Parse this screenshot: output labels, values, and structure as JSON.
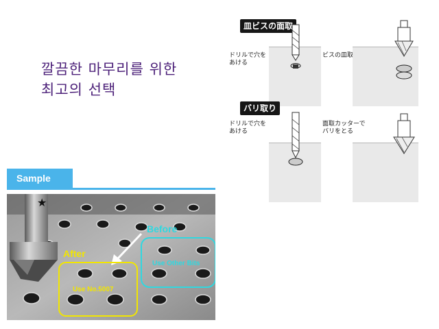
{
  "headline": {
    "line1": "깔끔한 마무리를 위한",
    "line2": "최고의 선택"
  },
  "diagram": {
    "section1": {
      "title": "皿ビスの面取",
      "caption_left_1": "ドリルで穴を",
      "caption_left_2": "あける",
      "caption_right": "ビスの皿取り"
    },
    "section2": {
      "title": "バリ取り",
      "caption_left_1": "ドリルで穴を",
      "caption_left_2": "あける",
      "caption_right_1": "面取カッターで",
      "caption_right_2": "バリをとる"
    }
  },
  "sample": {
    "tab_label": "Sample",
    "after_label": "After",
    "after_note": "Use No.5007",
    "before_label": "Before",
    "before_note": "Use Other Bits"
  },
  "colors": {
    "accent_blue": "#4ab4ea",
    "headline_purple": "#4b1f78",
    "after_yellow": "#f2e600",
    "before_cyan": "#2fd8e0"
  }
}
